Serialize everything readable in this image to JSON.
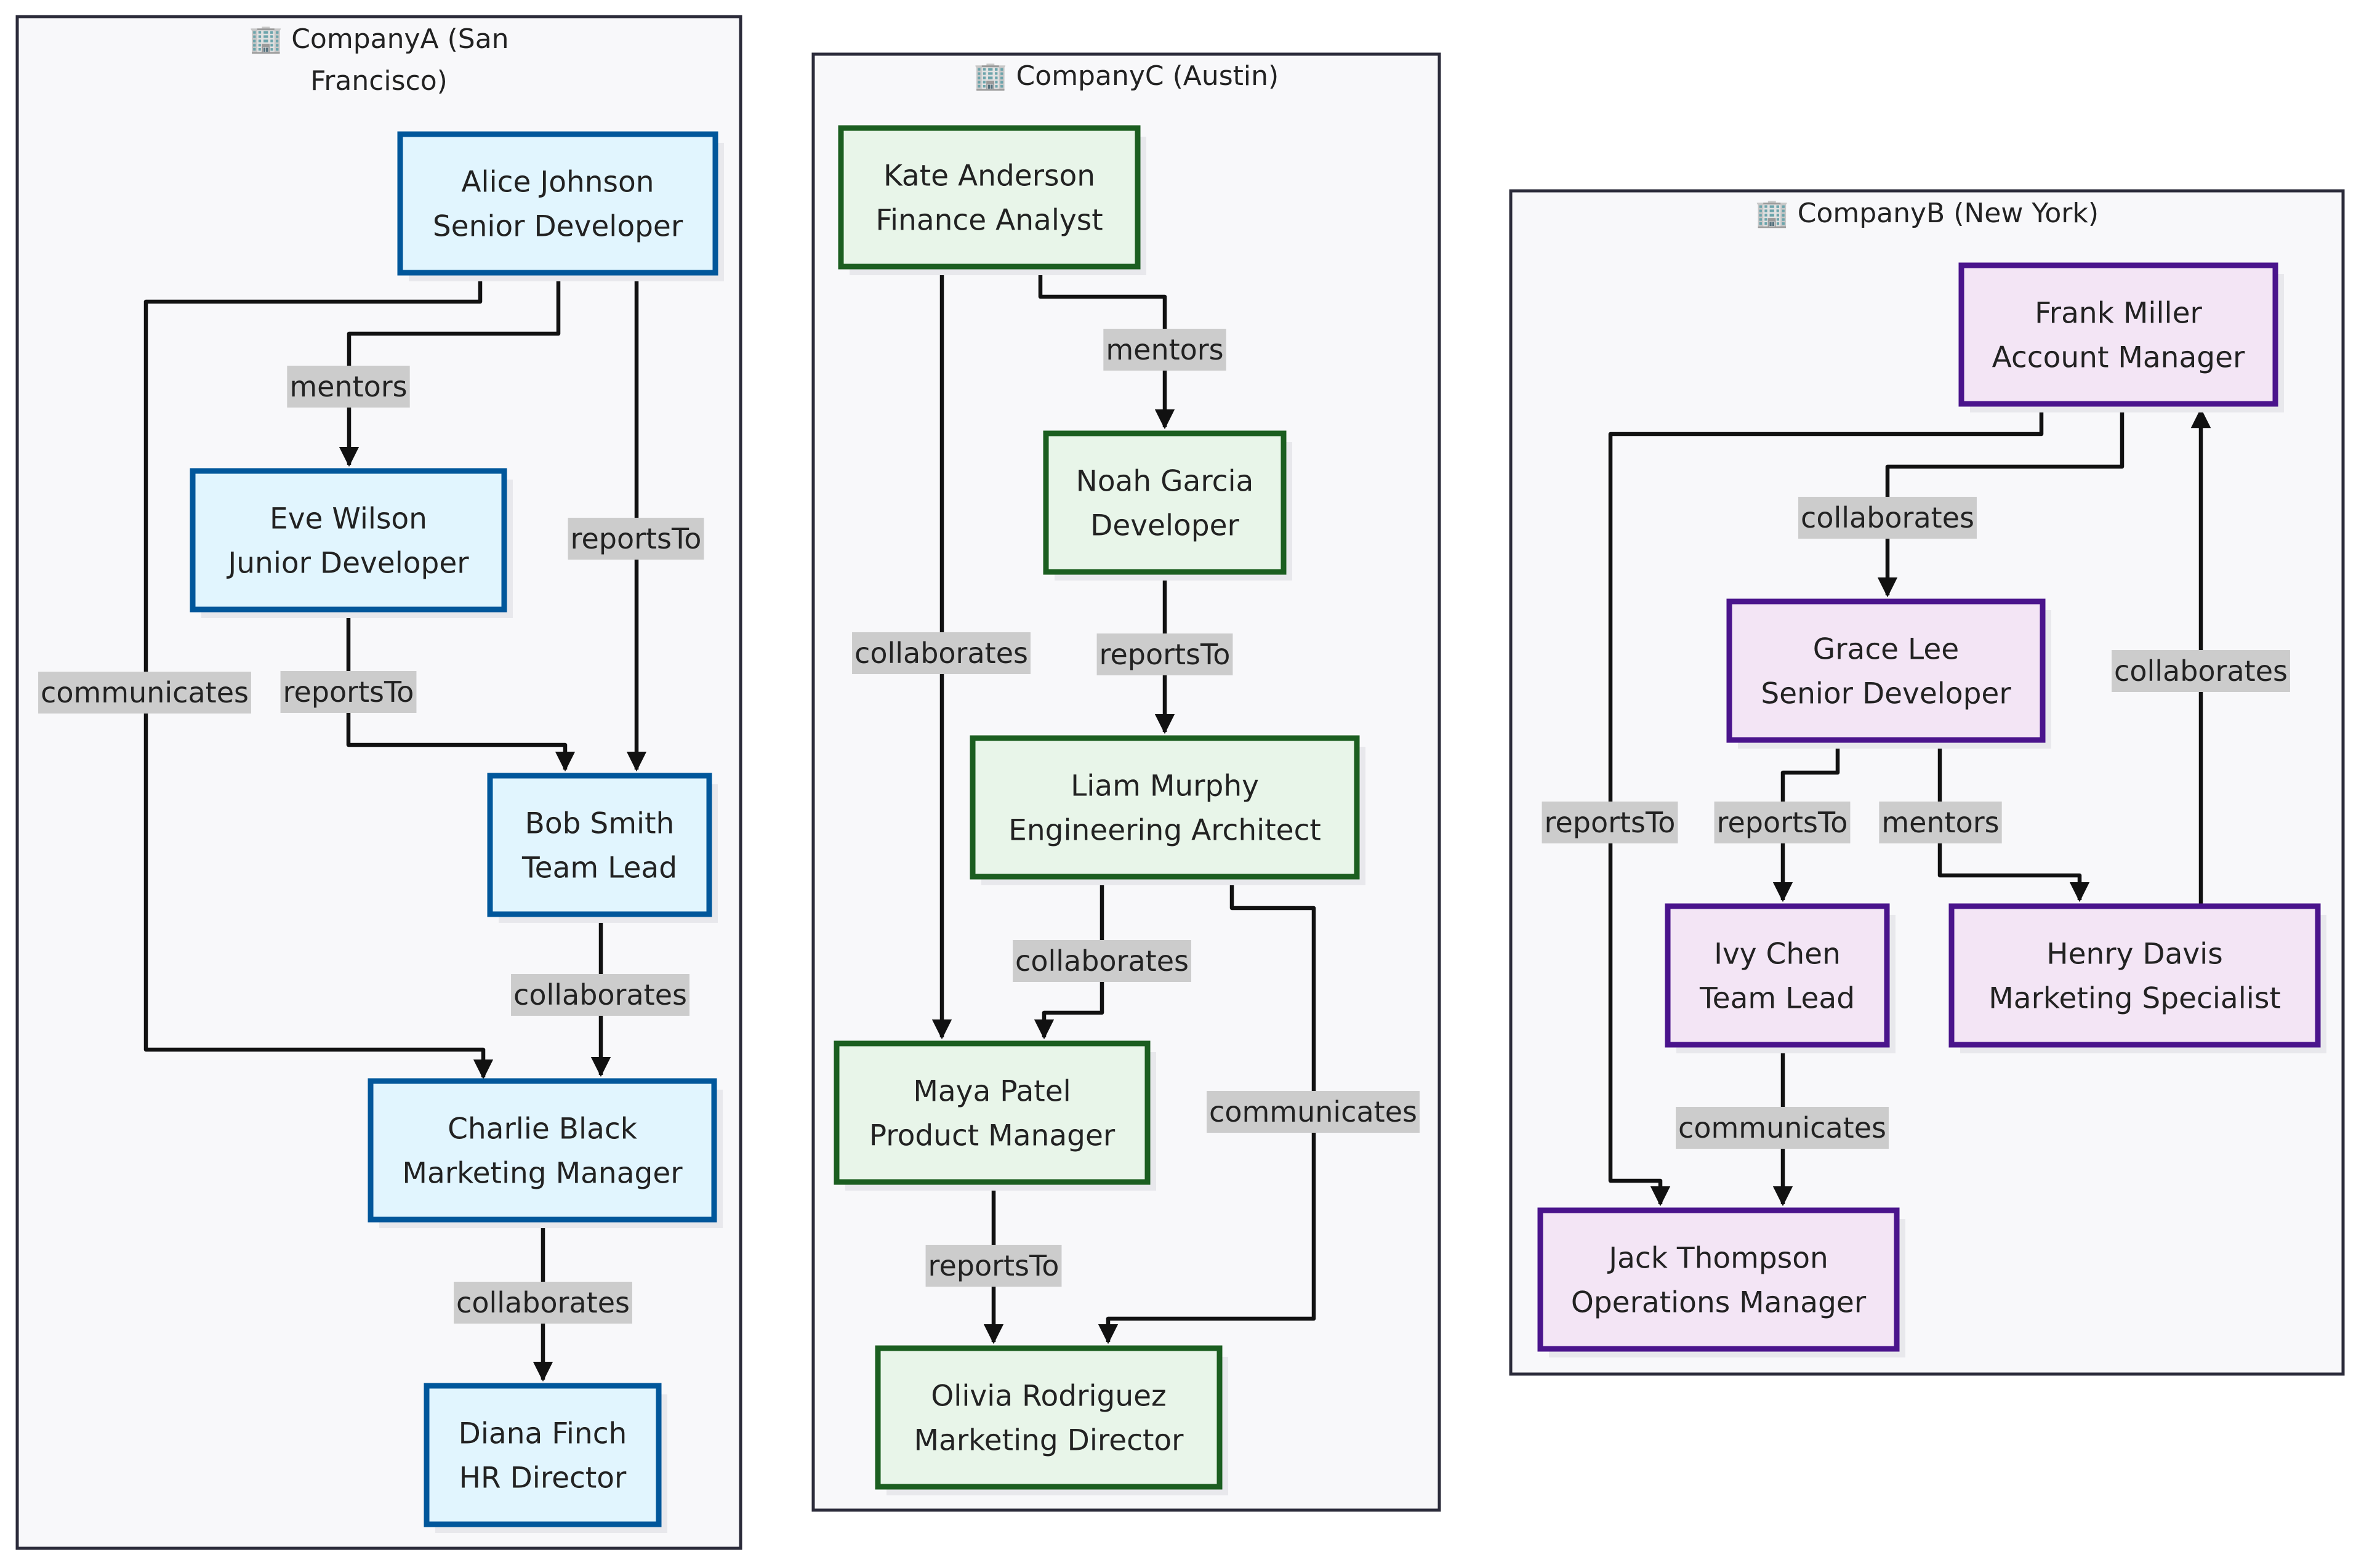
{
  "colors": {
    "companyA": {
      "fill": "#e1f5fe",
      "stroke": "#01579b"
    },
    "companyB": {
      "fill": "#f3e5f5",
      "stroke": "#4a148c"
    },
    "companyC": {
      "fill": "#e8f5e9",
      "stroke": "#1b5e20"
    }
  },
  "clusters": [
    {
      "id": "A",
      "icon": "building-icon",
      "title_lines": [
        "🏢 CompanyA (San",
        "Francisco)"
      ]
    },
    {
      "id": "C",
      "icon": "building-icon",
      "title_lines": [
        "🏢 CompanyC (Austin)"
      ]
    },
    {
      "id": "B",
      "icon": "building-icon",
      "title_lines": [
        "🏢 CompanyB (New York)"
      ]
    }
  ],
  "nodes": {
    "alice": {
      "name": "Alice Johnson",
      "role": "Senior Developer"
    },
    "eve": {
      "name": "Eve Wilson",
      "role": "Junior Developer"
    },
    "bob": {
      "name": "Bob Smith",
      "role": "Team Lead"
    },
    "charlie": {
      "name": "Charlie Black",
      "role": "Marketing Manager"
    },
    "diana": {
      "name": "Diana Finch",
      "role": "HR Director"
    },
    "kate": {
      "name": "Kate Anderson",
      "role": "Finance Analyst"
    },
    "noah": {
      "name": "Noah Garcia",
      "role": "Developer"
    },
    "liam": {
      "name": "Liam Murphy",
      "role": "Engineering Architect"
    },
    "maya": {
      "name": "Maya Patel",
      "role": "Product Manager"
    },
    "olivia": {
      "name": "Olivia Rodriguez",
      "role": "Marketing Director"
    },
    "frank": {
      "name": "Frank Miller",
      "role": "Account Manager"
    },
    "grace": {
      "name": "Grace Lee",
      "role": "Senior Developer"
    },
    "ivy": {
      "name": "Ivy Chen",
      "role": "Team Lead"
    },
    "henry": {
      "name": "Henry Davis",
      "role": "Marketing Specialist"
    },
    "jack": {
      "name": "Jack Thompson",
      "role": "Operations Manager"
    }
  },
  "edges": [
    {
      "from": "alice",
      "to": "charlie",
      "label": "communicates"
    },
    {
      "from": "alice",
      "to": "eve",
      "label": "mentors"
    },
    {
      "from": "alice",
      "to": "bob",
      "label": "reportsTo"
    },
    {
      "from": "eve",
      "to": "bob",
      "label": "reportsTo"
    },
    {
      "from": "bob",
      "to": "charlie",
      "label": "collaborates"
    },
    {
      "from": "charlie",
      "to": "diana",
      "label": "collaborates"
    },
    {
      "from": "kate",
      "to": "noah",
      "label": "mentors"
    },
    {
      "from": "kate",
      "to": "maya",
      "label": "collaborates"
    },
    {
      "from": "noah",
      "to": "liam",
      "label": "reportsTo"
    },
    {
      "from": "liam",
      "to": "maya",
      "label": "collaborates"
    },
    {
      "from": "liam",
      "to": "olivia",
      "label": "communicates"
    },
    {
      "from": "maya",
      "to": "olivia",
      "label": "reportsTo"
    },
    {
      "from": "frank",
      "to": "jack",
      "label": "reportsTo"
    },
    {
      "from": "frank",
      "to": "grace",
      "label": "collaborates"
    },
    {
      "from": "henry",
      "to": "frank",
      "label": "collaborates"
    },
    {
      "from": "grace",
      "to": "ivy",
      "label": "reportsTo"
    },
    {
      "from": "grace",
      "to": "henry",
      "label": "mentors"
    },
    {
      "from": "ivy",
      "to": "jack",
      "label": "communicates"
    }
  ]
}
